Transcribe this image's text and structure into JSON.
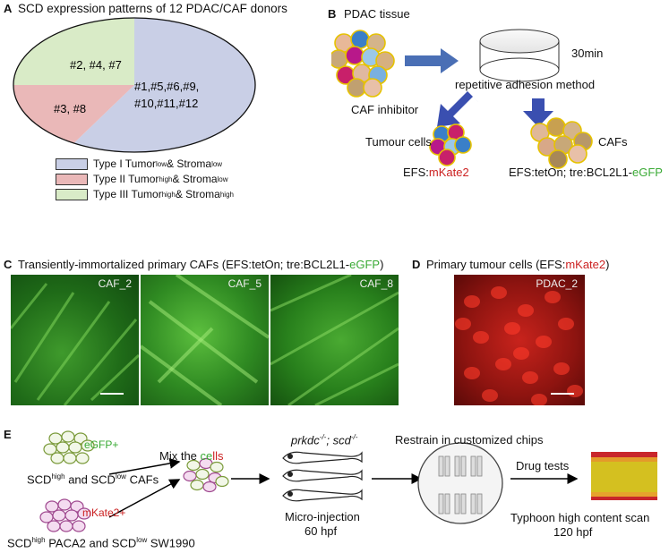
{
  "panelA": {
    "label": "A",
    "title": "SCD expression patterns of 12 PDAC/CAF donors",
    "chart_data": {
      "type": "pie",
      "categories": [
        "#1,#5,#6,#9, #10,#11,#12",
        "#3, #8",
        "#2, #4, #7"
      ],
      "values": [
        7,
        2,
        3
      ],
      "slice_labels": [
        "#1,#5,#6,#9,",
        "#10,#11,#12",
        "#3, #8",
        "#2, #4, #7"
      ],
      "colors": [
        "#c9cfe6",
        "#eab8b8",
        "#d9ebc7"
      ],
      "legend": [
        {
          "name": "Type I Tumor",
          "sup1": "low",
          "mid": " & Stroma",
          "sup2": "low",
          "color": "#c9cfe6"
        },
        {
          "name": "Type II Tumor",
          "sup1": "high",
          "mid": " & Stroma",
          "sup2": "low",
          "color": "#eab8b8"
        },
        {
          "name": "Type III Tumor",
          "sup1": "high",
          "mid": " & Stroma",
          "sup2": "high",
          "color": "#d9ebc7"
        }
      ]
    }
  },
  "panelB": {
    "label": "B",
    "tissue": "PDAC tissue",
    "time": "30min",
    "method": "repetitive adhesion method",
    "inhibitor": "CAF inhibitor",
    "tumour": "Tumour cells",
    "cafs": "CAFs",
    "efs_tumour_prefix": "EFS:",
    "efs_tumour_color": "mKate2",
    "efs_caf_prefix": "EFS:tetOn; tre:BCL2L1-",
    "efs_caf_color": "eGFP"
  },
  "panelC": {
    "label": "C",
    "title_prefix": "Transiently-immortalized primary CAFs (EFS:tetOn; tre:BCL2L1-",
    "title_color": "eGFP",
    "title_suffix": ")",
    "images": [
      "CAF_2",
      "CAF_5",
      "CAF_8"
    ]
  },
  "panelD": {
    "label": "D",
    "title_prefix": "Primary tumour cells (EFS:",
    "title_color": "mKate2",
    "title_suffix": ")",
    "image": "PDAC_2"
  },
  "panelE": {
    "label": "E",
    "egfp": "eGFP+",
    "mkate": "mKate2+",
    "mix_prefix": "Mix the ",
    "mix_c": "ce",
    "mix_l": "lls",
    "caf_line": {
      "a": "SCD",
      "a_sup": "high",
      "b": " and SCD",
      "b_sup": "low",
      "c": " CAFs"
    },
    "tumour_line": {
      "a": "SCD",
      "a_sup": "high",
      "b": " PACA2 and SCD",
      "b_sup": "low",
      "c": " SW1990"
    },
    "genotype": {
      "a": "prkdc",
      "a_sup": "-/-",
      "b": "; scd",
      "b_sup": "-/-"
    },
    "injection": "Micro-injection",
    "injection_time": "60 hpf",
    "restrain": "Restrain in customized chips",
    "drug": "Drug tests",
    "scan": "Typhoon high content scan",
    "scan_time": "120 hpf"
  }
}
